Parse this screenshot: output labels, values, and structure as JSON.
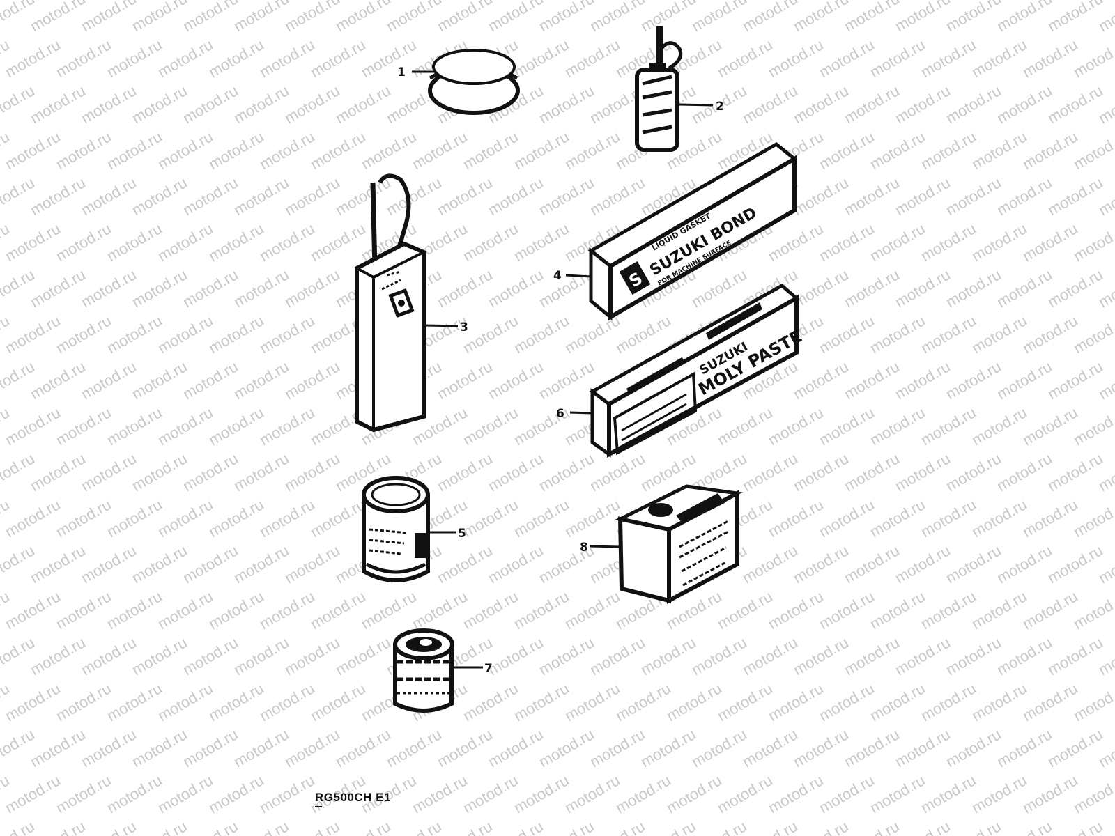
{
  "watermark": {
    "text": "motod.ru"
  },
  "model_code": "RG500CH E1",
  "parts": [
    {
      "number": "1",
      "icon": "round-cap-icon"
    },
    {
      "number": "2",
      "icon": "small-bottle-icon"
    },
    {
      "number": "3",
      "icon": "tall-tube-icon"
    },
    {
      "number": "4",
      "icon": "long-box-icon",
      "brand_text": "SUZUKI BOND",
      "top_text": "LIQUID GASKET",
      "small_text": "FOR MACHINE SURFACE",
      "logo_letter": "S"
    },
    {
      "number": "5",
      "icon": "small-can-icon"
    },
    {
      "number": "6",
      "icon": "paste-box-icon",
      "brand_text": "SUZUKI",
      "product_text": "MOLY PASTE"
    },
    {
      "number": "7",
      "icon": "oil-filter-can-icon"
    },
    {
      "number": "8",
      "icon": "square-can-icon"
    }
  ]
}
